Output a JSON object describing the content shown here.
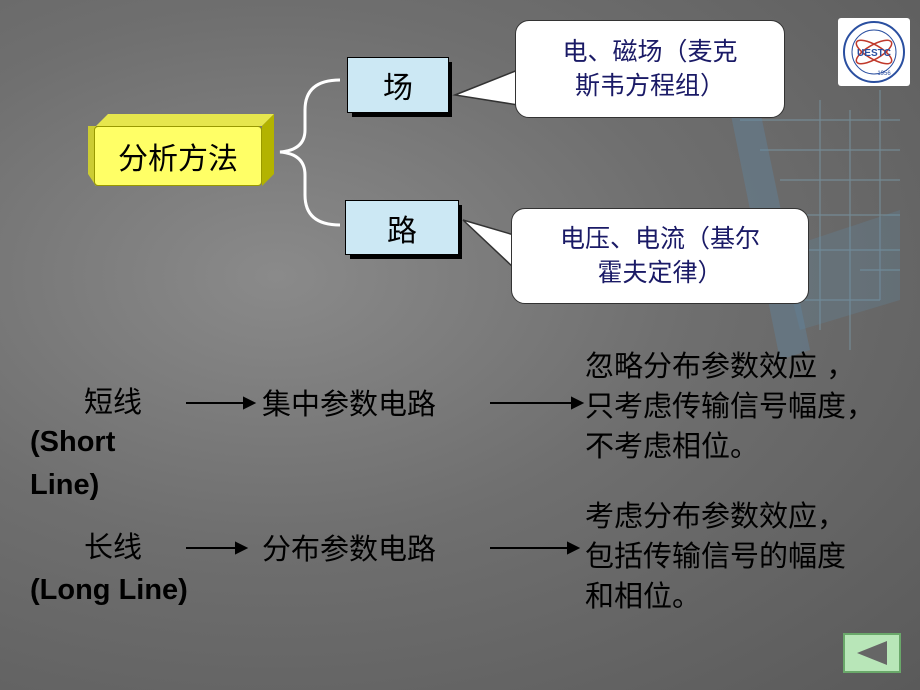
{
  "diagram": {
    "root": "分析方法",
    "branch_field": "场",
    "branch_circuit": "路",
    "callout_field": [
      "电、磁场（麦克",
      "斯韦方程组）"
    ],
    "callout_circuit": [
      "电压、电流（基尔",
      "霍夫定律）"
    ]
  },
  "rows": [
    {
      "label": "短线",
      "label_en": [
        "(Short",
        "Line)"
      ],
      "model": "集中参数电路",
      "desc": [
        "忽略分布参数效应 ，",
        "只考虑传输信号幅度，",
        "不考虑相位。"
      ]
    },
    {
      "label": "长线",
      "label_en": "(Long Line)",
      "model": "分布参数电路",
      "desc": [
        "考虑分布参数效应，",
        "包括传输信号的幅度",
        "和相位。"
      ]
    }
  ],
  "logo": {
    "text": "UESTC",
    "year": "1956"
  },
  "nav": {
    "icon": "back-triangle-icon"
  },
  "colors": {
    "yellow": "#ffff66",
    "light_blue": "#cce8f4",
    "callout_text": "#1a1a66"
  }
}
